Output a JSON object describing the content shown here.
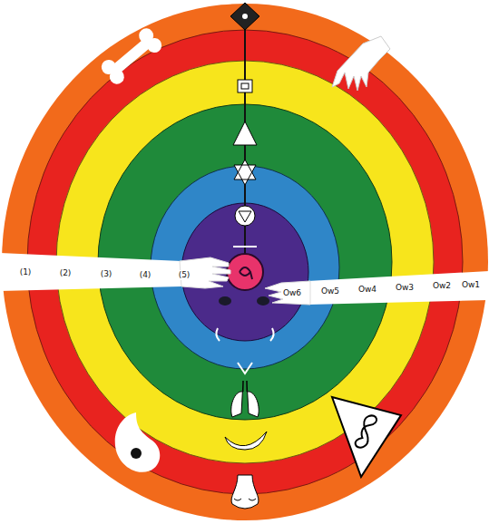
{
  "diagram": {
    "labels": [
      "(1)",
      "(2)",
      "(3)",
      "(4)",
      "(5)",
      "Ow6",
      "Ow5",
      "Ow4",
      "Ow3",
      "Ow2",
      "Ow1"
    ]
  }
}
